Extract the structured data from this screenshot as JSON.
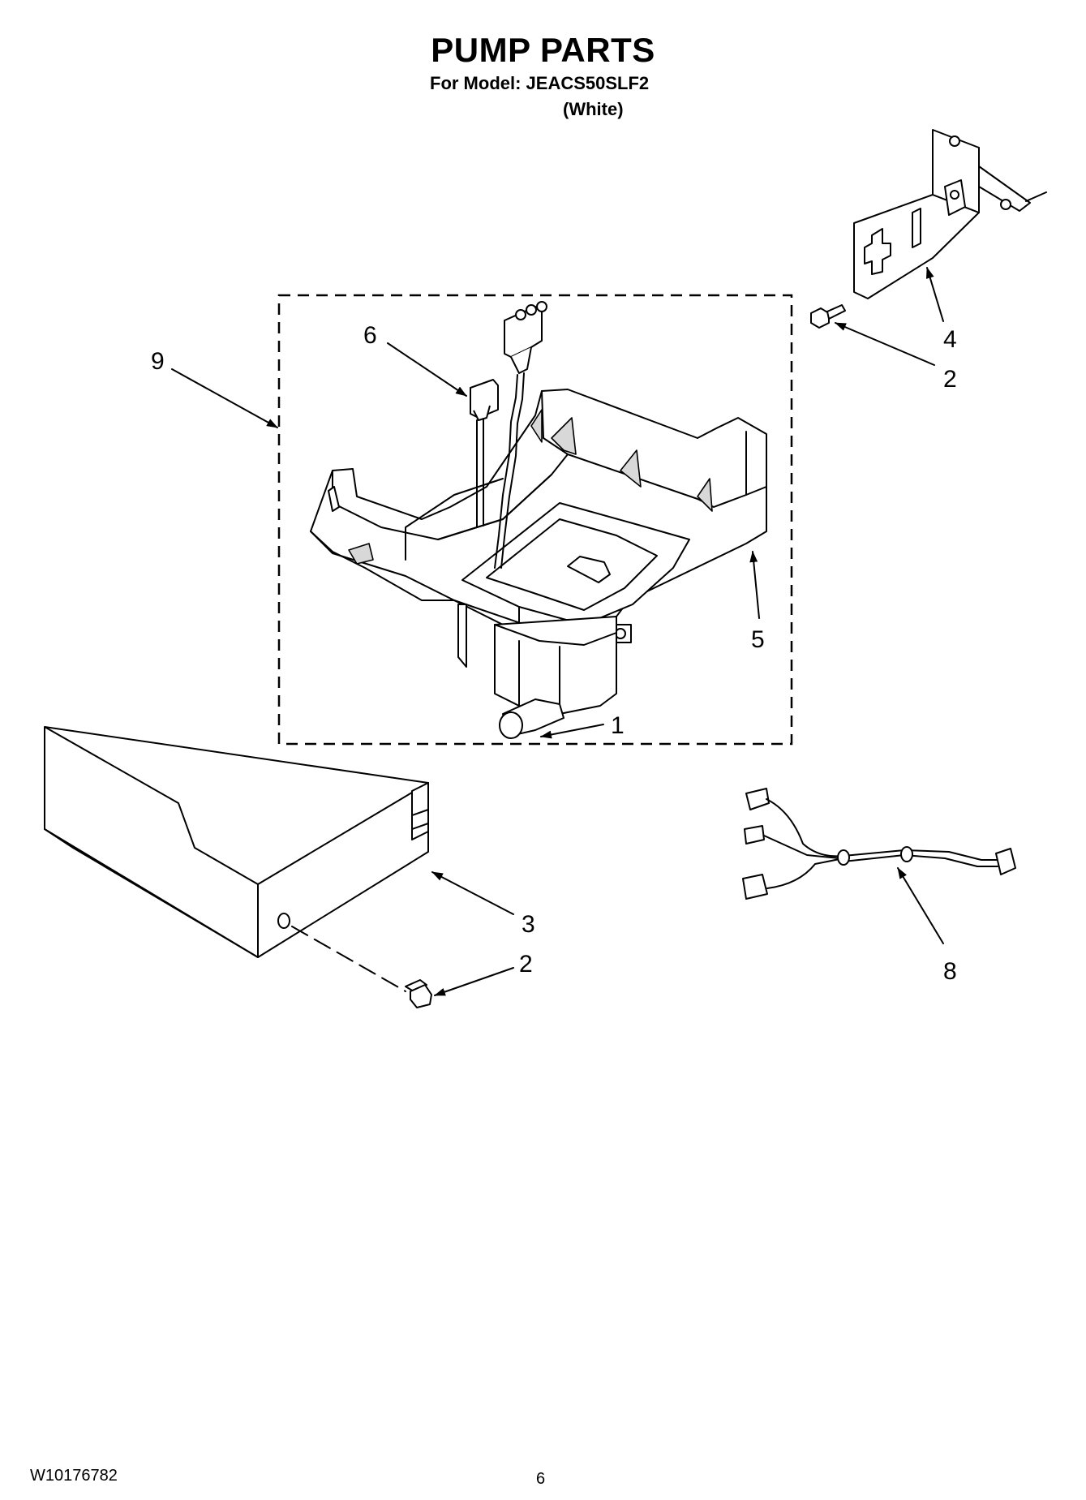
{
  "header": {
    "title": "PUMP PARTS",
    "model_line": "For Model: JEACS50SLF2",
    "variant": "(White)"
  },
  "callouts": [
    {
      "id": "c9",
      "label": "9"
    },
    {
      "id": "c6",
      "label": "6"
    },
    {
      "id": "c4",
      "label": "4"
    },
    {
      "id": "c2a",
      "label": "2"
    },
    {
      "id": "c5",
      "label": "5"
    },
    {
      "id": "c1",
      "label": "1"
    },
    {
      "id": "c3",
      "label": "3"
    },
    {
      "id": "c2b",
      "label": "2"
    },
    {
      "id": "c8",
      "label": "8"
    }
  ],
  "footer": {
    "document_code": "W10176782",
    "page_number": "6"
  }
}
